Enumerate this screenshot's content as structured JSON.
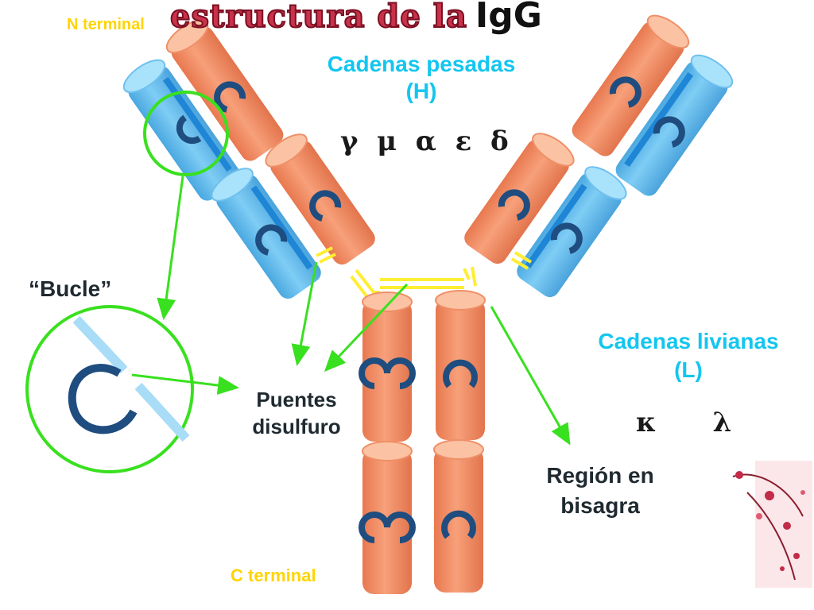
{
  "title": {
    "part1": "estructura de la",
    "part2": "IgG"
  },
  "labels": {
    "n_terminal": "N terminal",
    "c_terminal": "C  terminal",
    "heavy_line1": "Cadenas pesadas",
    "heavy_line2": "(H)",
    "heavy_classes": [
      "γ",
      "μ",
      "α",
      "ε",
      "δ"
    ],
    "light_line1": "Cadenas livianas",
    "light_line2": "(L)",
    "light_classes": [
      "κ",
      "λ"
    ],
    "bucle": "“Bucle”",
    "disulfide_line1": "Puentes",
    "disulfide_line2": "disulfuro",
    "hinge_line1": "Región en",
    "hinge_line2": "bisagra"
  },
  "colors": {
    "heavy_chain": "#f3936a",
    "light_chain": "#5db8ec",
    "domain_loop": "#1f4d7f",
    "arrow": "#39e01f",
    "disulfide": "#ffee33",
    "label_cyan": "#13c6ef",
    "title_red": "#c8324a"
  },
  "icons": [
    "antibody-diagram",
    "floral-decoration"
  ]
}
